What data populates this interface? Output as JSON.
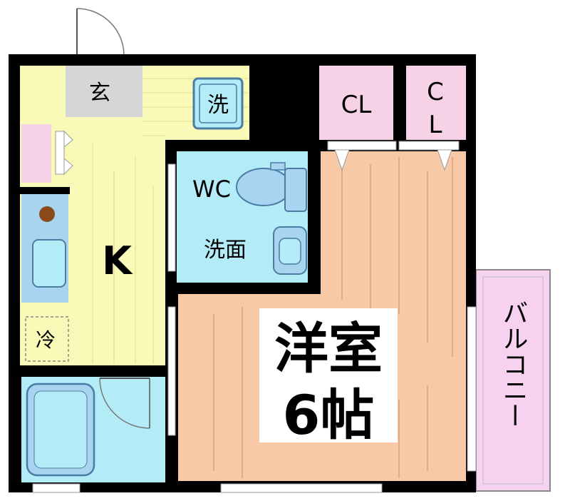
{
  "rooms": {
    "entrance": "玄",
    "washer": "洗",
    "kitchen": "K",
    "fridge": "冷",
    "wc": "WC",
    "washroom": "洗面",
    "closet_1": "CL",
    "closet_2_line1": "C",
    "closet_2_line2": "L",
    "western_line1": "洋室",
    "western_line2": "6帖",
    "balcony": "バルコニー"
  },
  "colors": {
    "wall": "#000000",
    "kitchen_floor": "#fafab8",
    "western_floor": "#f7c9a6",
    "water_area": "#b3ecf7",
    "bath_blue": "#a8d4f0",
    "closet_pink": "#f7d2e6",
    "balcony_pink": "#f7d2f0",
    "entrance_gray": "#d6d6d6"
  },
  "icons": [
    "door-swing-icon",
    "stove-burner-icon",
    "sink-icon",
    "toilet-icon",
    "bathtub-icon"
  ]
}
